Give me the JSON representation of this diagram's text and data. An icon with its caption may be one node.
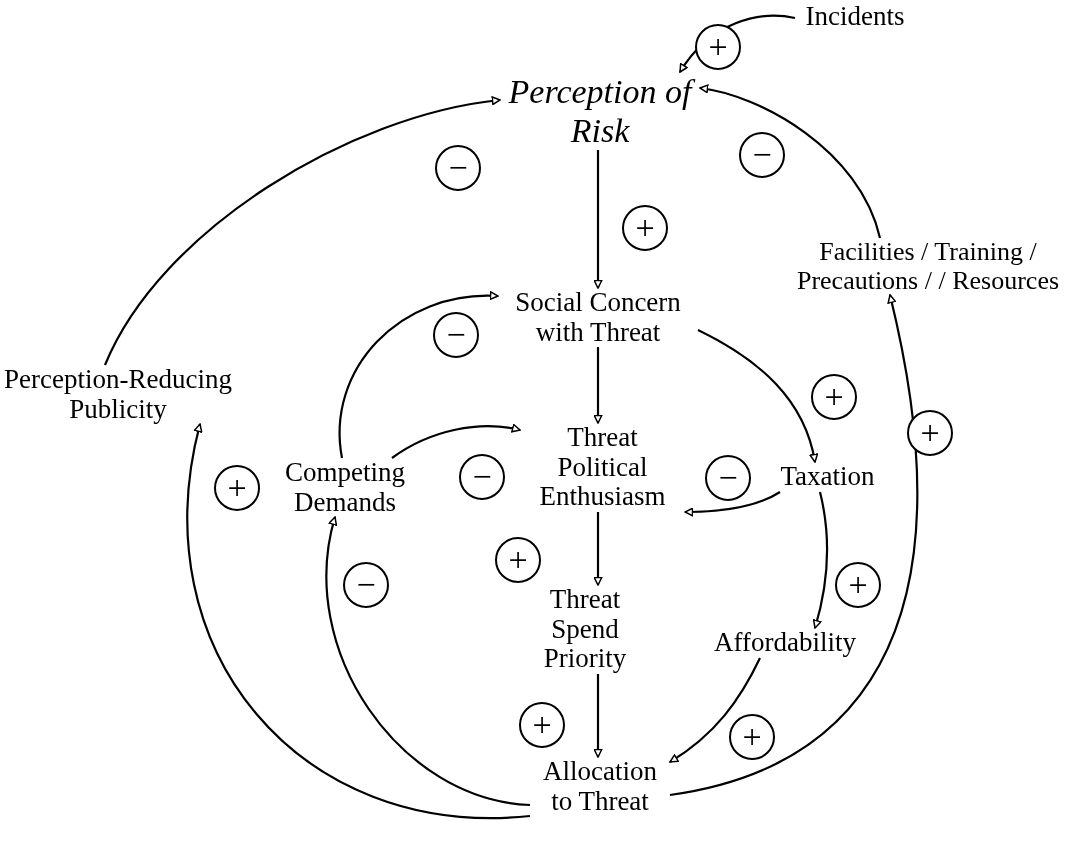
{
  "diagram": {
    "nodes": [
      {
        "text": [
          "Perception of Risk"
        ]
      },
      {
        "text": [
          "Incidents"
        ]
      },
      {
        "text": [
          "Social Concern with Threat"
        ]
      },
      {
        "text": [
          "Facilities / Training / Precautions / / Resources"
        ]
      },
      {
        "text": [
          "Perception-Reducing Publicity"
        ]
      },
      {
        "text": [
          "Competing Demands"
        ]
      },
      {
        "text": [
          "Threat Political Enthusiasm"
        ]
      },
      {
        "text": [
          "Taxation"
        ]
      },
      {
        "text": [
          "Threat Spend Priority"
        ]
      },
      {
        "text": [
          "Affordability"
        ]
      },
      {
        "text": [
          "Allocation to Threat"
        ]
      }
    ],
    "edges": [
      {
        "from": 1,
        "to": 0,
        "arrow": "to",
        "label": "+"
      },
      {
        "from": 3,
        "to": 0,
        "arrow": "to",
        "label": "−"
      },
      {
        "from": 4,
        "to": 0,
        "arrow": "to",
        "label": "−"
      },
      {
        "from": 0,
        "to": 2,
        "arrow": "to",
        "label": "+"
      },
      {
        "from": 5,
        "to": 2,
        "arrow": "to",
        "label": "−"
      },
      {
        "from": 5,
        "to": 6,
        "arrow": "to",
        "label": "−"
      },
      {
        "from": 2,
        "to": 6,
        "arrow": "to"
      },
      {
        "from": 2,
        "to": 7,
        "arrow": "to",
        "label": "+"
      },
      {
        "from": 7,
        "to": 6,
        "arrow": "to",
        "label": "−"
      },
      {
        "from": 7,
        "to": 9,
        "arrow": "to",
        "label": "+"
      },
      {
        "from": 6,
        "to": 8,
        "arrow": "to",
        "label": "+"
      },
      {
        "from": 8,
        "to": 10,
        "arrow": "to",
        "label": "+"
      },
      {
        "from": 9,
        "to": 10,
        "arrow": "to",
        "label": "+"
      },
      {
        "from": 10,
        "to": 3,
        "arrow": "to",
        "label": "+"
      },
      {
        "from": 10,
        "to": 5,
        "arrow": "to",
        "label": "−"
      },
      {
        "from": 10,
        "to": 4,
        "arrow": "to",
        "label": "+"
      }
    ]
  }
}
